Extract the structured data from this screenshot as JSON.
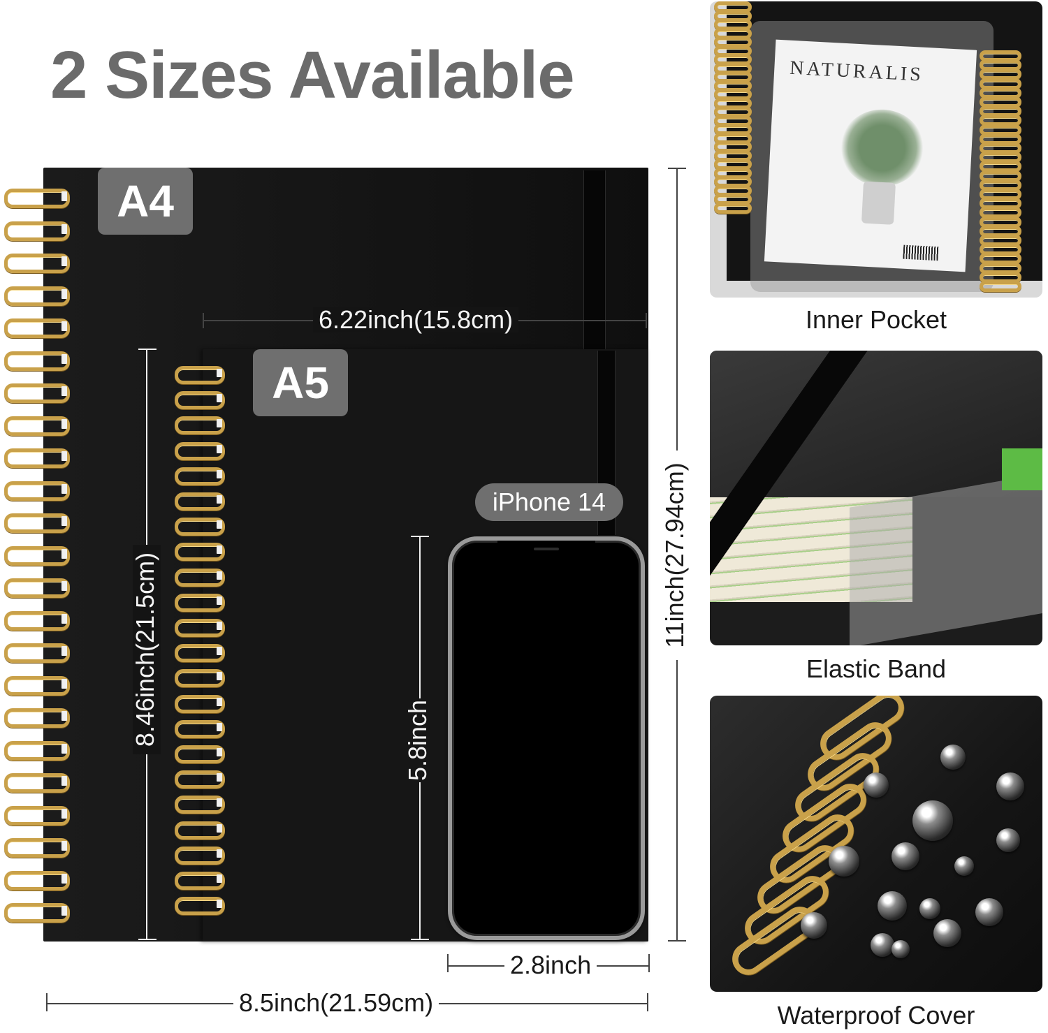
{
  "title": "2 Sizes Available",
  "sizes": {
    "a4": {
      "label": "A4"
    },
    "a5": {
      "label": "A5"
    }
  },
  "phone": {
    "label": "iPhone 14"
  },
  "dimensions": {
    "a5_width": "6.22inch(15.8cm)",
    "a5_height": "8.46inch(21.5cm)",
    "a4_height": "11inch(27.94cm)",
    "a4_width": "8.5inch(21.59cm)",
    "phone_height": "5.8inch",
    "phone_width": "2.8inch"
  },
  "features": [
    {
      "caption": "Inner Pocket",
      "magazine_title": "NATURALIS"
    },
    {
      "caption": "Elastic Band"
    },
    {
      "caption": "Waterproof Cover"
    }
  ],
  "colors": {
    "title_gray": "#6b6b6b",
    "badge_gray": "#6f6f6f",
    "notebook_black": "#141414",
    "spiral_gold": "#c9a14a"
  }
}
